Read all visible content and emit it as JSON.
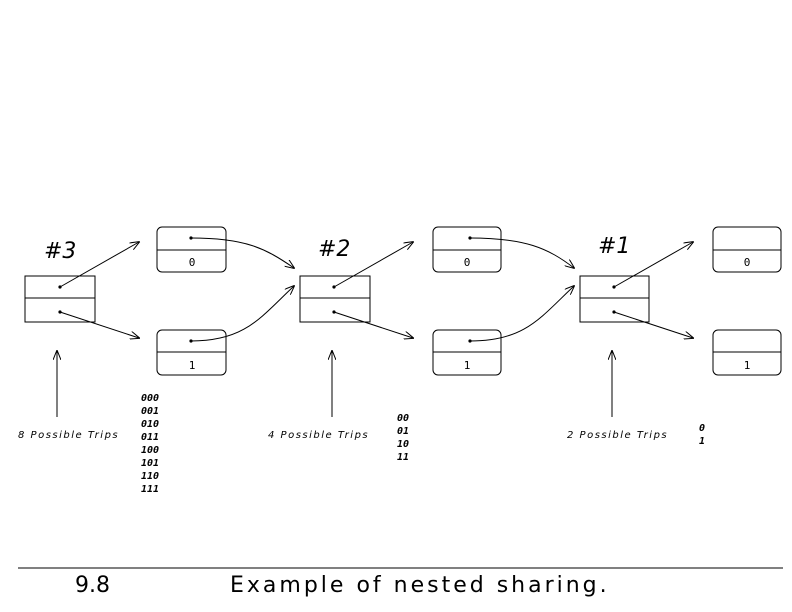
{
  "stages": [
    {
      "marker": "#3",
      "trips_text": "8 Possible Trips",
      "codes": [
        "000",
        "001",
        "010",
        "011",
        "100",
        "101",
        "110",
        "111"
      ],
      "top_node_value": "0",
      "bottom_node_value": "1"
    },
    {
      "marker": "#2",
      "trips_text": "4 Possible Trips",
      "codes": [
        "00",
        "01",
        "10",
        "11"
      ],
      "top_node_value": "0",
      "bottom_node_value": "1"
    },
    {
      "marker": "#1",
      "trips_text": "2 Possible Trips",
      "codes": [
        "0",
        "1"
      ],
      "top_node_value": "0",
      "bottom_node_value": "1"
    }
  ],
  "footer": {
    "figure_number": "9.8",
    "caption": "Example of nested sharing."
  }
}
